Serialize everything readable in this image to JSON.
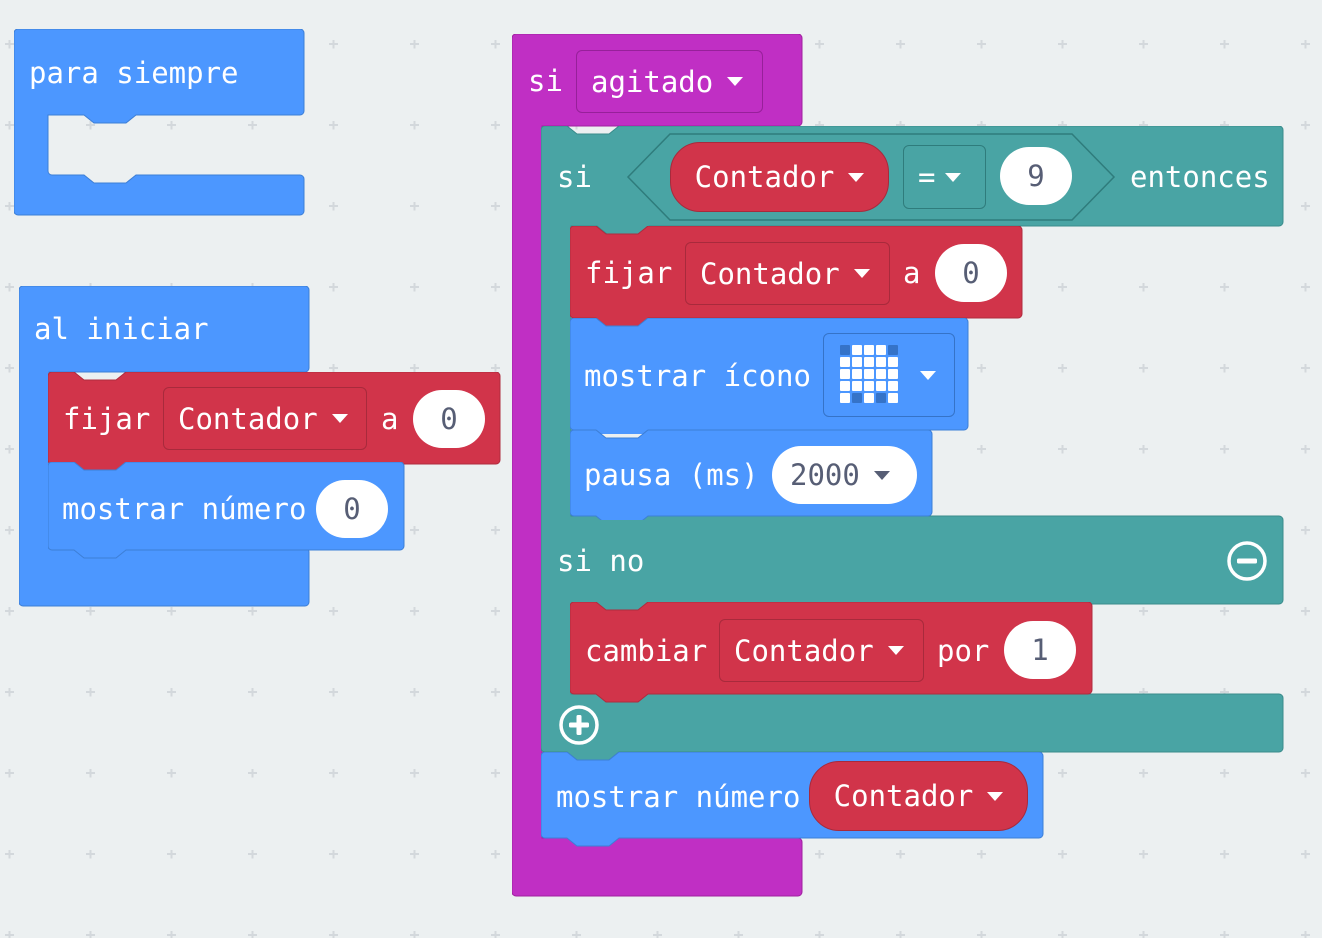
{
  "forever": {
    "label": "para siempre"
  },
  "on_start": {
    "label": "al iniciar",
    "set_label": "fijar",
    "set_var": "Contador",
    "set_to": "a",
    "set_value": "0",
    "show_label": "mostrar número",
    "show_value": "0"
  },
  "on_shake": {
    "si_label": "si",
    "gesture": "agitado",
    "if_block": {
      "si_label": "si",
      "compare_var": "Contador",
      "operator": "=",
      "compare_value": "9",
      "then_label": "entonces",
      "set_label": "fijar",
      "set_var": "Contador",
      "set_to": "a",
      "set_value": "0",
      "icon_label": "mostrar ícono",
      "pause_label": "pausa (ms)",
      "pause_value": "2000",
      "else_label": "si no",
      "change_label": "cambiar",
      "change_var": "Contador",
      "change_by": "por",
      "change_value": "1"
    },
    "show_label": "mostrar número",
    "show_var": "Contador"
  },
  "colors": {
    "basic": "#4c97ff",
    "event": "#c02fc4",
    "logic": "#49a4a4",
    "variables": "#d1344a",
    "background": "#ecf0f1"
  },
  "icons": [
    "minus-circle-icon",
    "plus-circle-icon",
    "chevron-down-icon",
    "led-pattern-icon"
  ]
}
